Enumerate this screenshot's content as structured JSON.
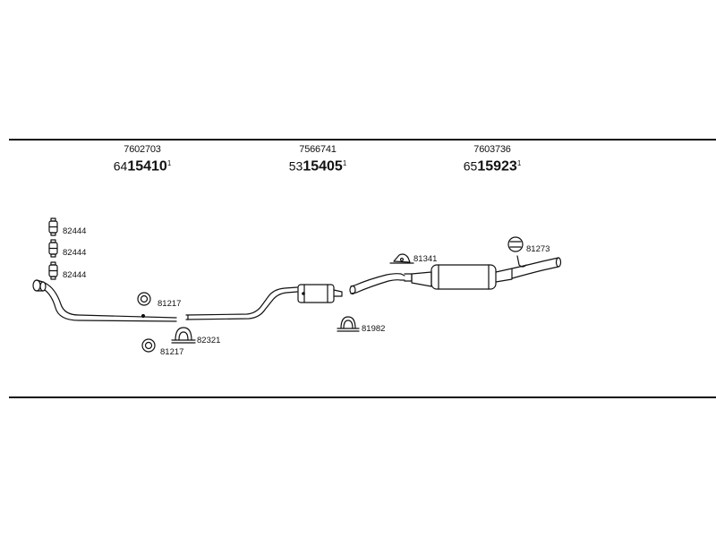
{
  "groups": [
    {
      "code": "7602703",
      "prefix": "64",
      "main": "15410",
      "suffix": "1"
    },
    {
      "code": "7566741",
      "prefix": "53",
      "main": "15405",
      "suffix": "1"
    },
    {
      "code": "7603736",
      "prefix": "65",
      "main": "15923",
      "suffix": "1"
    }
  ],
  "labels": {
    "mount_1": "82444",
    "mount_2": "82444",
    "mount_3": "82444",
    "ring_upper": "81217",
    "ring_lower": "81217",
    "clamp_front": "82321",
    "clamp_mid": "81982",
    "hanger_rear": "81341",
    "hanger_tail": "81273"
  }
}
